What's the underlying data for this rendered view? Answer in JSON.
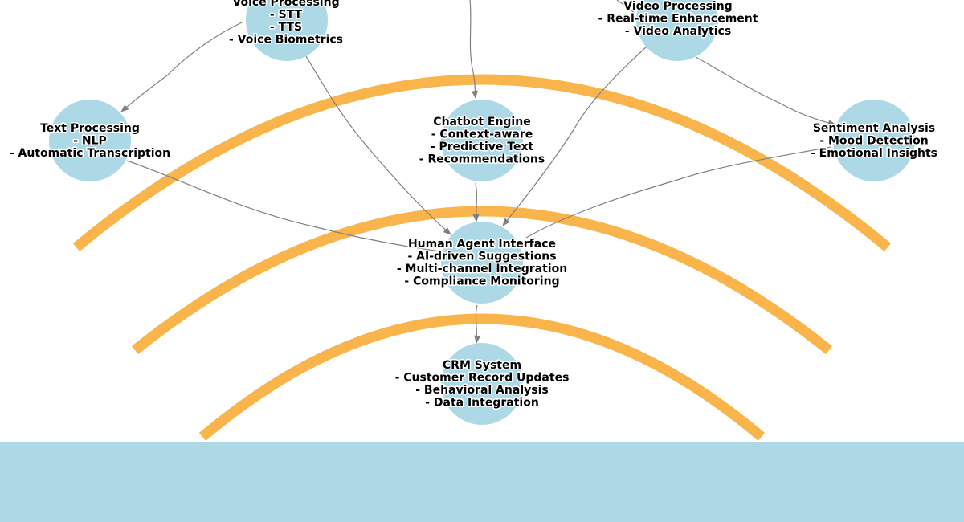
{
  "colors": {
    "node_fill": "#add8e6",
    "arc_stroke": "#f9b54b",
    "edge_stroke": "#808080",
    "footer_band": "#add8e6",
    "text": "#000000"
  },
  "nodes": {
    "voice": {
      "lines": [
        "Voice Processing",
        "- STT",
        "- TTS",
        "- Voice Biometrics"
      ]
    },
    "video": {
      "lines": [
        "Video Processing",
        "- Real-time Enhancement",
        "- Video Analytics"
      ]
    },
    "text": {
      "lines": [
        "Text Processing",
        "- NLP",
        "- Automatic Transcription"
      ]
    },
    "chatbot": {
      "lines": [
        "Chatbot Engine",
        "- Context-aware",
        "- Predictive Text",
        "- Recommendations"
      ]
    },
    "sentiment": {
      "lines": [
        "Sentiment Analysis",
        "- Mood Detection",
        "- Emotional Insights"
      ]
    },
    "human": {
      "lines": [
        "Human Agent Interface",
        "- AI-driven Suggestions",
        "- Multi-channel Integration",
        "- Compliance Monitoring"
      ]
    },
    "crm": {
      "lines": [
        "CRM System",
        "- Customer Record Updates",
        "- Behavioral Analysis",
        "- Data Integration"
      ]
    }
  },
  "edges": [
    {
      "from": "voice",
      "to": "text"
    },
    {
      "from": "voice",
      "to": "human"
    },
    {
      "from": "video",
      "to": "sentiment"
    },
    {
      "from": "video",
      "to": "human"
    },
    {
      "from": "chatbot",
      "to": "human"
    },
    {
      "from": "text",
      "to": "human"
    },
    {
      "from": "sentiment",
      "to": "human"
    },
    {
      "from": "human",
      "to": "crm"
    }
  ]
}
